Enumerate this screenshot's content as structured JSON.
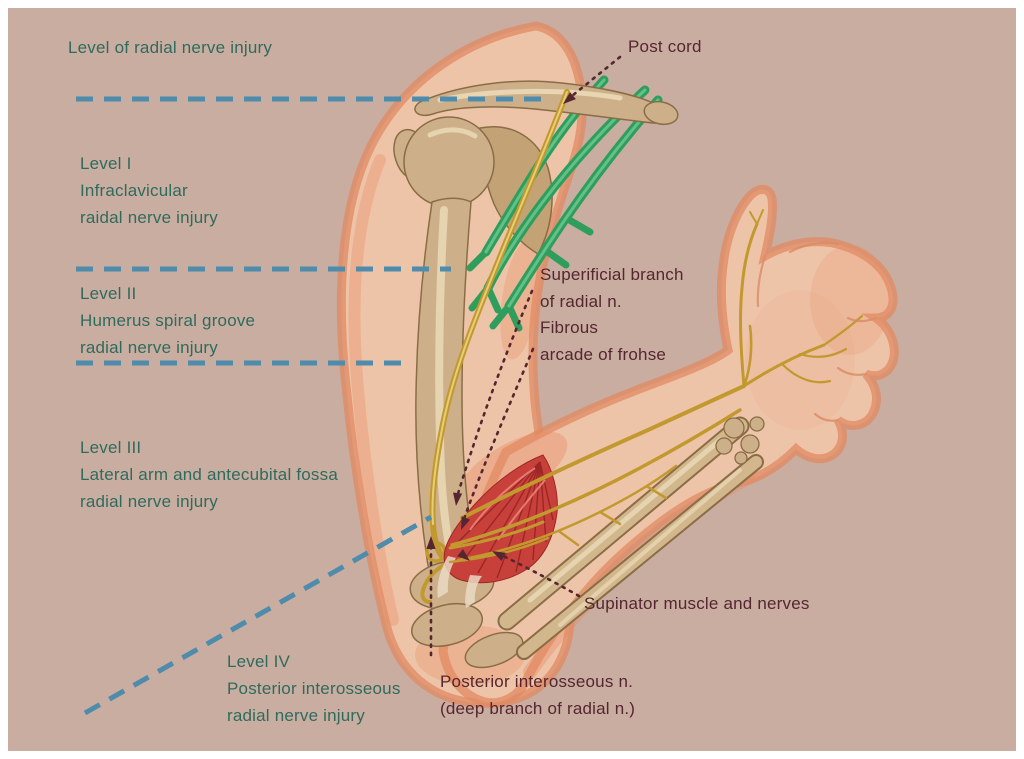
{
  "figure": {
    "type": "anatomical diagram of radial nerve injury levels in the arm",
    "title": "Level of radial nerve injury",
    "level_labels": [
      {
        "id": "level-1",
        "lines": [
          "Level I",
          "Infraclavicular",
          "raidal nerve injury"
        ]
      },
      {
        "id": "level-2",
        "lines": [
          "Level II",
          "Humerus spiral groove",
          "radial nerve injury"
        ]
      },
      {
        "id": "level-3",
        "lines": [
          "Level III",
          "Lateral arm and antecubital fossa",
          "radial nerve injury"
        ]
      },
      {
        "id": "level-4",
        "lines": [
          "Level IV",
          "Posterior interosseous",
          "radial nerve injury"
        ]
      }
    ],
    "anatomy_labels": {
      "post_cord": {
        "line1": "Post cord"
      },
      "superficial_branch": {
        "line1": "Superificial branch",
        "line2": "of radial n."
      },
      "fibrous_arcade": {
        "line1": "Fibrous",
        "line2": "arcade of frohse"
      },
      "supinator": {
        "line1": "Supinator muscle and nerves"
      },
      "posterior_interosseous": {
        "line1": "Posterior interosseous n.",
        "line2": "(deep branch of radial n.)"
      }
    },
    "colors": {
      "background": "#c9ada1",
      "frame": "#ffffff",
      "level_text": "#2f6b5d",
      "anatomy_text": "#552630",
      "level_dash_line": "#4f8bab",
      "nerve_yellow": "#c2992f",
      "plexus_green": "#2f9e5c",
      "muscle_red": "#c8403a",
      "bone_tan": "#cdb089",
      "skin_peach": "#eec4a8"
    }
  }
}
